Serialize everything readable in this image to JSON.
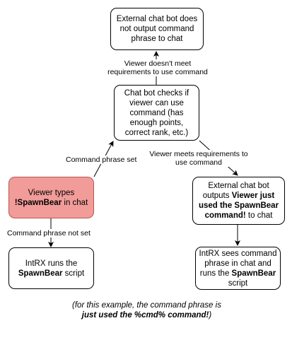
{
  "nodes": {
    "external_no_output": {
      "text": "External chat bot does not output command phrase to chat"
    },
    "check_viewer": {
      "text": "Chat bot checks if viewer can use command (has enough points, correct rank, etc.)"
    },
    "viewer_types": {
      "line1": "Viewer types",
      "cmd": "!SpawnBear",
      "line2_suffix": " in chat",
      "fill_color": "#f19c99",
      "stroke_color": "#b85450"
    },
    "external_output": {
      "line1": "External chat bot outputs ",
      "bold": "Viewer just used the SpawnBear command!",
      "suffix": " to chat"
    },
    "intrx_runs": {
      "prefix": "IntRX runs the ",
      "bold": "SpawnBear",
      "suffix": " script"
    },
    "intrx_sees": {
      "prefix": "IntRX sees command phrase in chat and runs the ",
      "bold": "SpawnBear",
      "suffix": " script"
    }
  },
  "edges": {
    "not_meet": "Viewer doesn't meet requirements to use command",
    "phrase_set": "Command phrase set",
    "meets": "Viewer meets requirements to use command",
    "phrase_not_set": "Command phrase not set"
  },
  "note": {
    "line1": "(for this example, the command phrase is",
    "bold": "just used the %cmd% command!",
    "close": ")"
  }
}
